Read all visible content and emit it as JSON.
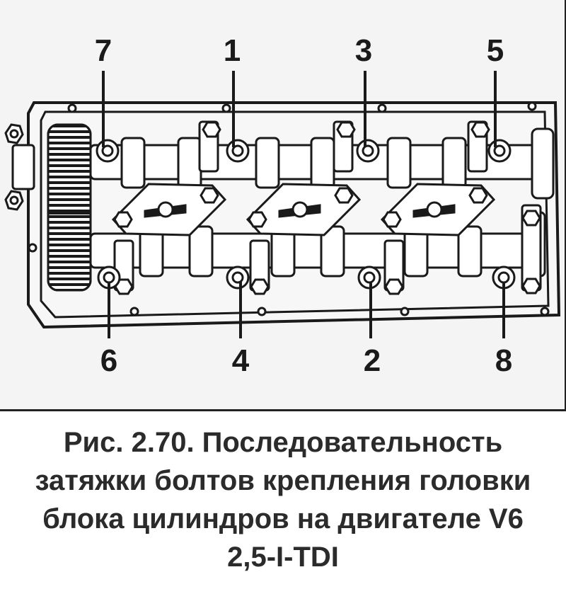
{
  "bolt_labels": {
    "b1": "1",
    "b2": "2",
    "b3": "3",
    "b4": "4",
    "b5": "5",
    "b6": "6",
    "b7": "7",
    "b8": "8"
  },
  "caption": {
    "line1": "Рис. 2.70. Последовательность",
    "line2": "затяжки болтов крепления головки",
    "line3": "блока цилиндров на двигателе V6",
    "line4": "2,5-I-TDI"
  },
  "colors": {
    "ink": "#1a1a1a",
    "background": "#f4f4f4",
    "caption_text": "#2b2b2b"
  }
}
